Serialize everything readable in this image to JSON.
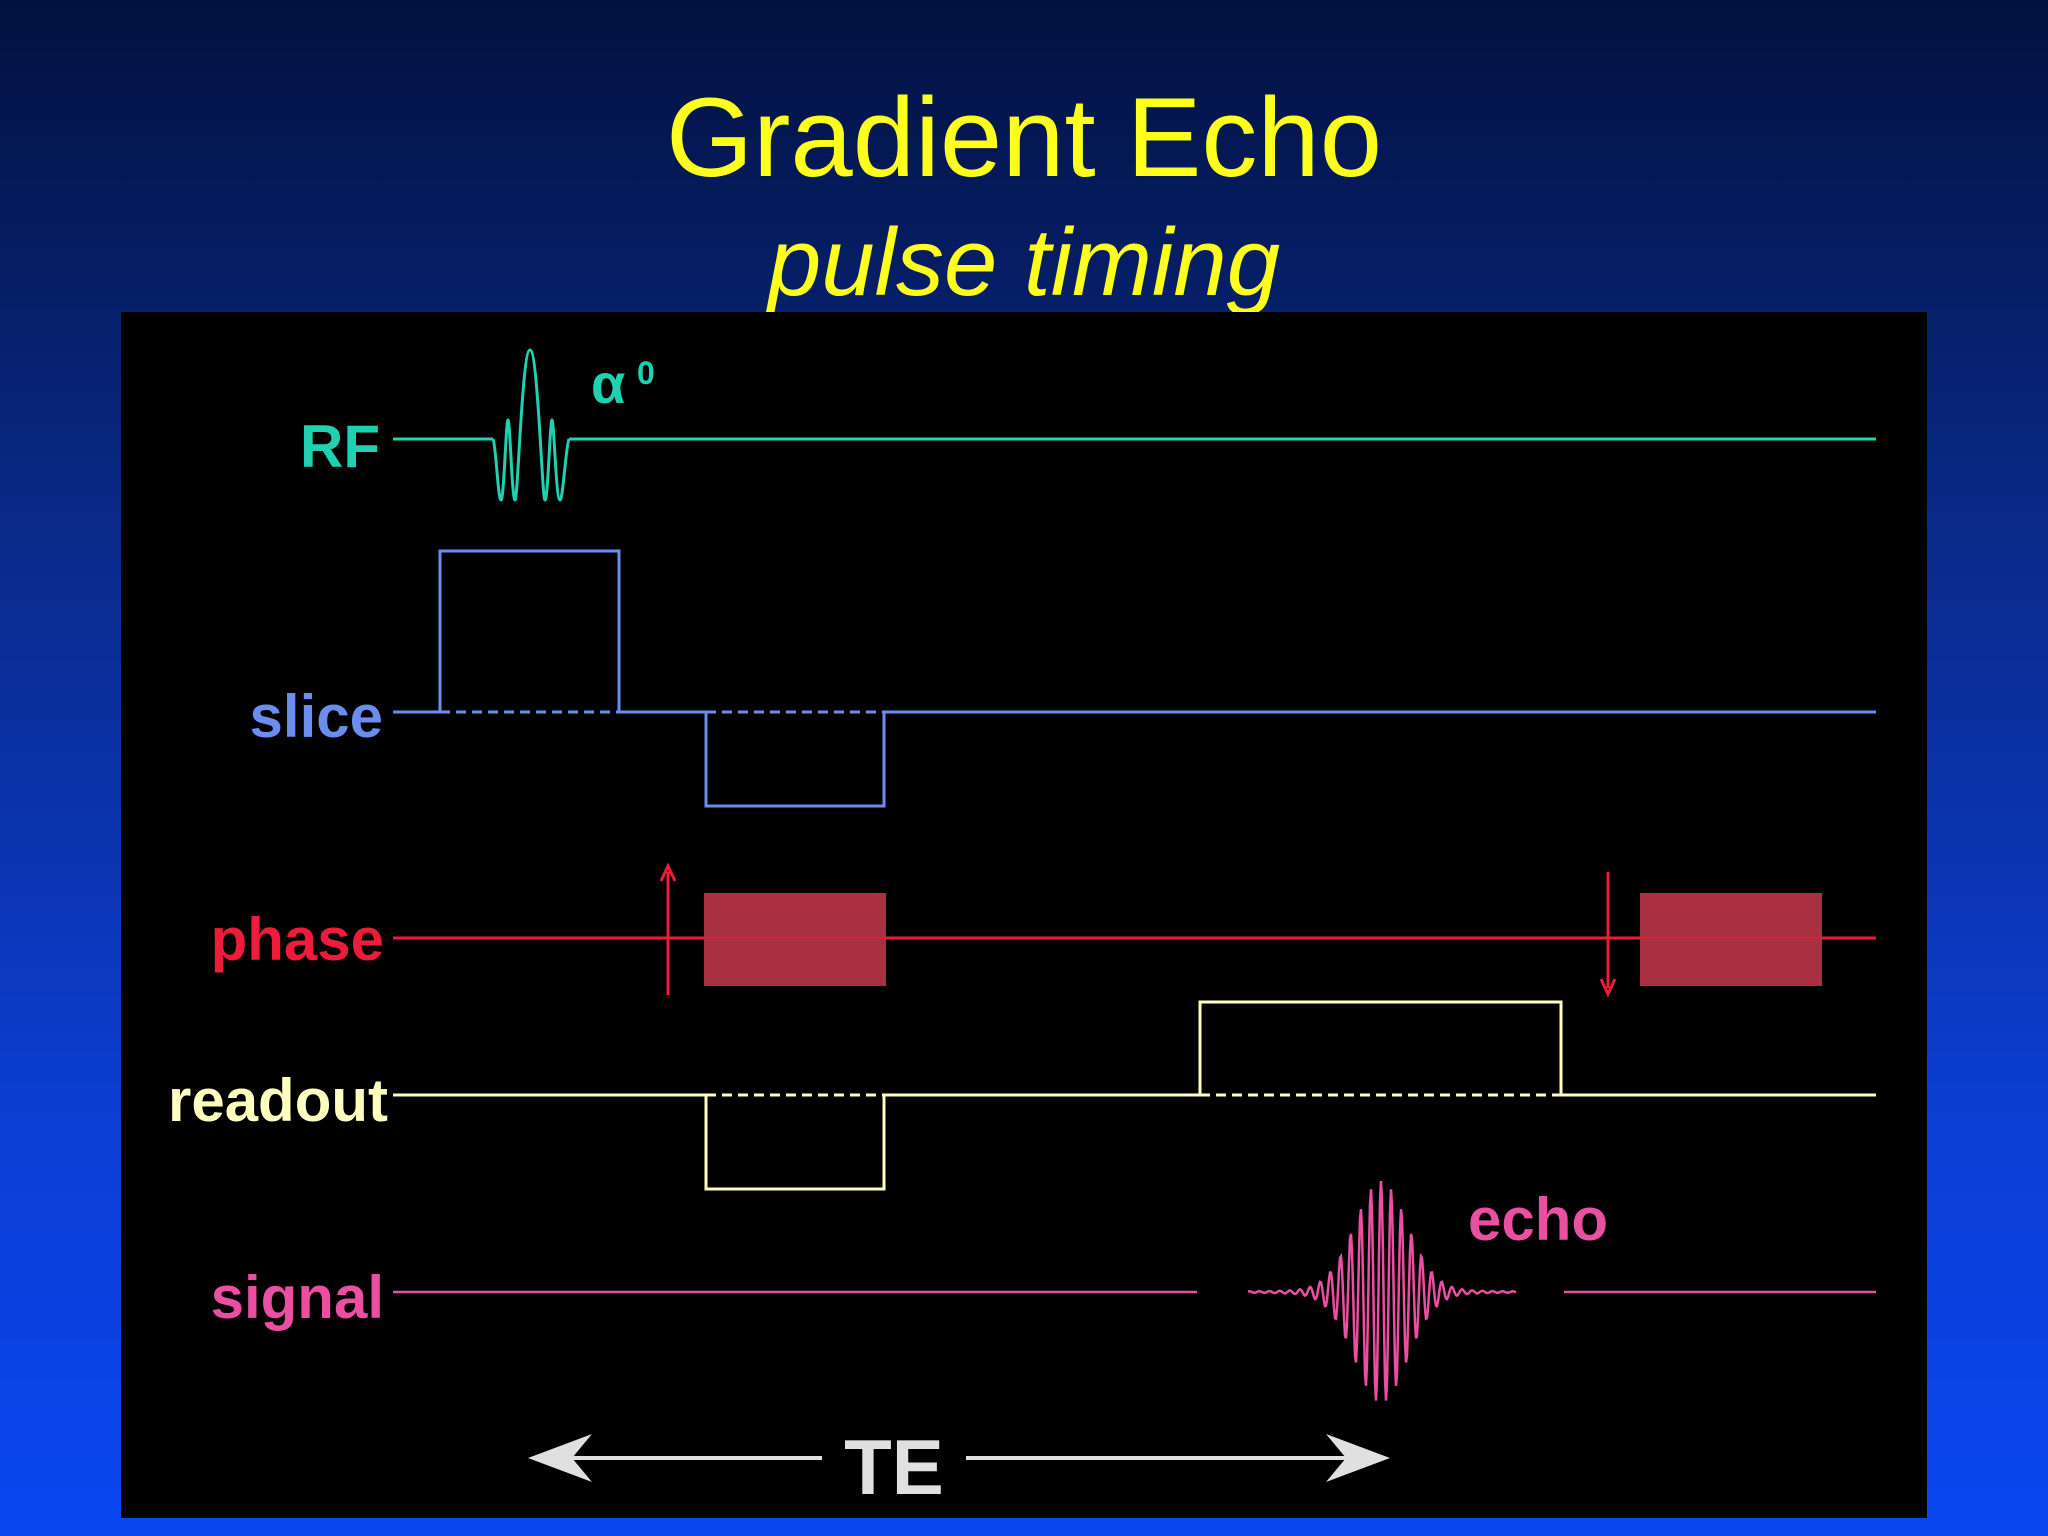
{
  "slide": {
    "title": "Gradient Echo",
    "subtitle": "pulse timing"
  },
  "diagram": {
    "rows": [
      {
        "key": "rf",
        "label": "RF",
        "color": "#1fd1b0"
      },
      {
        "key": "slice",
        "label": "slice",
        "color": "#6b8df0"
      },
      {
        "key": "phase",
        "label": "phase",
        "color": "#ee1c3a"
      },
      {
        "key": "readout",
        "label": "readout",
        "color": "#ffffc0"
      },
      {
        "key": "signal",
        "label": "signal",
        "color": "#ea4fa2"
      }
    ],
    "flip_angle": "α",
    "flip_angle_sup": "0",
    "echo_label": "echo",
    "te_label": "TE",
    "colors": {
      "phase_block": "#a83040",
      "te_text": "#e0e0e0",
      "background_panel": "#000000"
    }
  }
}
